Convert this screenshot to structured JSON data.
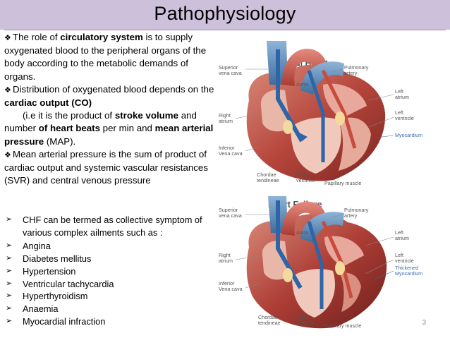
{
  "slide": {
    "title": "Pathophysiology",
    "page_number": "3",
    "title_bar_color": "#ccc0da"
  },
  "body": {
    "p1_pre": "The role of ",
    "p1_bold": "circulatory system",
    "p1_post": " is to supply oxygenated blood to the peripheral organs of the body according to the metabolic demands of organs.",
    "p2_pre": "Distribution of oxygenated blood depends on the ",
    "p2_bold": "cardiac output (CO)",
    "p3_pre": "(i.e it is the product of ",
    "p3_bold1": "stroke volume",
    "p3_mid1": " and number ",
    "p3_bold2": "of heart beats",
    "p3_mid2": " per min and ",
    "p3_bold3": "mean arterial pressure",
    "p3_post": " (MAP).",
    "p4": "Mean arterial pressure is the sum of product of cardiac output and systemic vascular resistances (SVR) and central venous pressure"
  },
  "list": {
    "intro": "CHF can be termed as collective symptom of various complex ailments such as :",
    "items": [
      "Angina",
      "Diabetes mellitus",
      "Hypertension",
      "Ventricular tachycardia",
      "Hyperthyroidism",
      "Anaemia",
      "Myocardial infraction"
    ]
  },
  "normal_heart": {
    "title": "Normal Heart",
    "labels": {
      "superior_vena_cava": "Superior vena cava",
      "pulmonary_artery": "Pulmonary artery",
      "aorta": "Aorta",
      "left_atrium": "Left atrium",
      "right_atrium": "Right atrium",
      "left_ventricle": "Left ventricle",
      "myocardium": "Myocardium",
      "inferior_vena_cava": "Inferior Vena cava",
      "chordae_tendineae": "Chordae tendineae",
      "right_ventricle": "Right ventricle",
      "papillary_muscle": "Papillary muscle"
    }
  },
  "failure_heart": {
    "title": "Heart Failure",
    "labels": {
      "superior_vena_cava": "Superior vena cava",
      "pulmonary_artery": "Pulmonary artery",
      "aorta": "Aorta",
      "left_atrium": "Left atrium",
      "right_atrium": "Right atrium",
      "left_ventricle": "Left ventricle",
      "thickened_myocardium": "Thickened Myocardium",
      "inferior_vena_cava": "Inferior Vena cava",
      "chordae_tendineae": "Chordae tendineae",
      "right_ventricle": "Right ventricle",
      "papillary_muscle": "Papillary muscle"
    }
  }
}
